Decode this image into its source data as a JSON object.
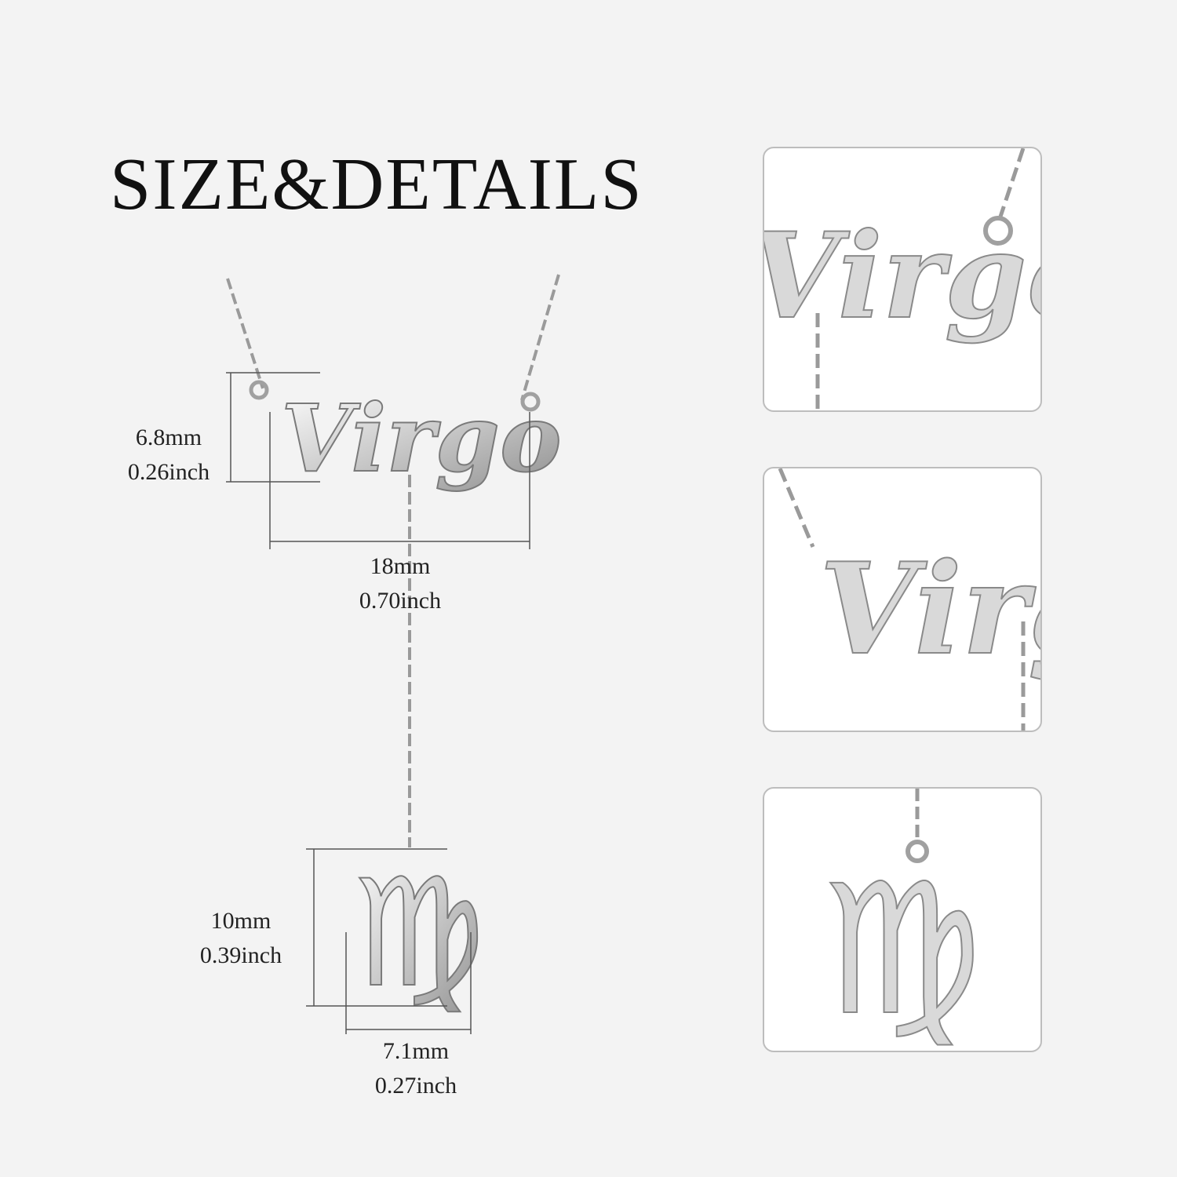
{
  "title": "SIZE&DETAILS",
  "pendant_word": "Virgo",
  "dimensions": {
    "height_word": {
      "mm": "6.8mm",
      "inch": "0.26inch"
    },
    "width_word": {
      "mm": "18mm",
      "inch": "0.70inch"
    },
    "height_symbol": {
      "mm": "10mm",
      "inch": "0.39inch"
    },
    "width_symbol": {
      "mm": "7.1mm",
      "inch": "0.27inch"
    }
  },
  "colors": {
    "background": "#f3f3f3",
    "silver": "#c8c8c8",
    "panel": "#ffffff"
  },
  "panels": [
    {
      "name": "detail-word-right"
    },
    {
      "name": "detail-word-left"
    },
    {
      "name": "detail-symbol"
    }
  ]
}
